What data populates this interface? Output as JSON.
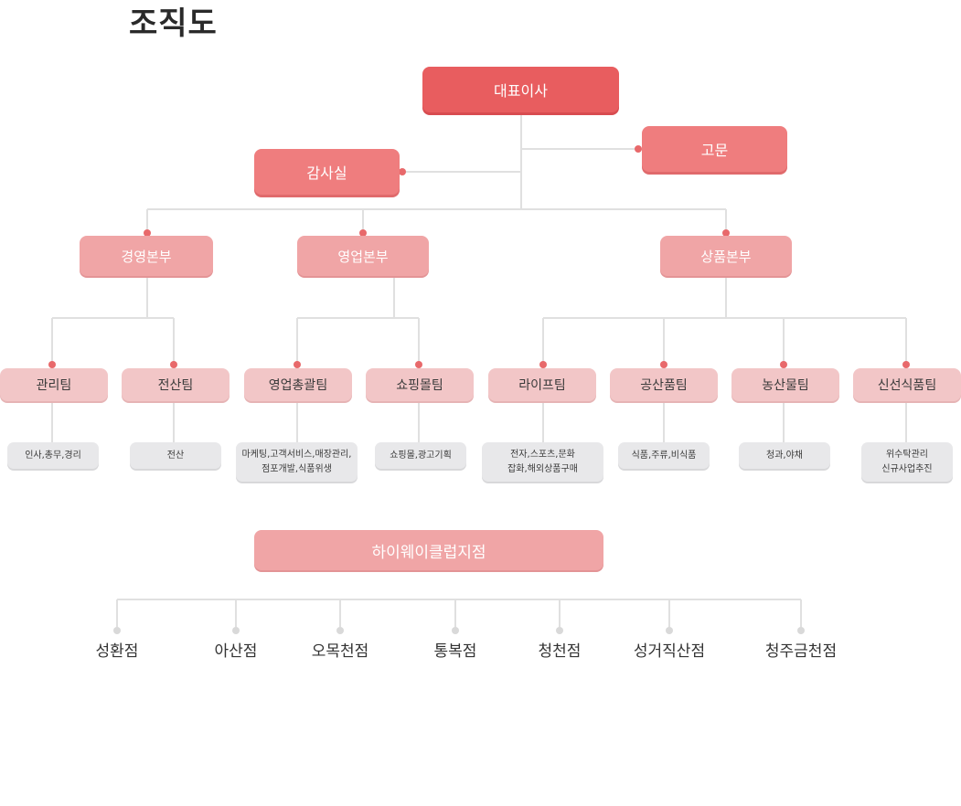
{
  "page": {
    "title": "조직도"
  },
  "org": {
    "ceo": "대표이사",
    "advisor": "고문",
    "audit": "감사실",
    "divisions": [
      {
        "name": "경영본부"
      },
      {
        "name": "영업본부"
      },
      {
        "name": "상품본부"
      }
    ],
    "teams": [
      {
        "name": "관리팀",
        "duty": "인사,총무,경리"
      },
      {
        "name": "전산팀",
        "duty": "전산"
      },
      {
        "name": "영업총괄팀",
        "duty": "마케팅,고객서비스,매장관리,\n점포개발,식품위생"
      },
      {
        "name": "쇼핑몰팀",
        "duty": "쇼핑몰,광고기획"
      },
      {
        "name": "라이프팀",
        "duty": "전자,스포츠,문화\n잡화,해외상품구매"
      },
      {
        "name": "공산품팀",
        "duty": "식품,주류,비식품"
      },
      {
        "name": "농산물팀",
        "duty": "청과,야채"
      },
      {
        "name": "신선식품팀",
        "duty": "위수탁관리\n신규사업추진"
      }
    ],
    "branch": {
      "name": "하이웨이클럽지점",
      "stores": [
        "성환점",
        "아산점",
        "오목천점",
        "통복점",
        "청천점",
        "성거직산점",
        "청주금천점"
      ]
    }
  },
  "colors": {
    "ceo": "#e85d5f",
    "aux": "#ef7d7e",
    "division": "#f0a5a6",
    "team": "#f2c6c7",
    "duty": "#e8e8ea",
    "connector": "#e0e0e0",
    "dot": "#e8696b"
  }
}
